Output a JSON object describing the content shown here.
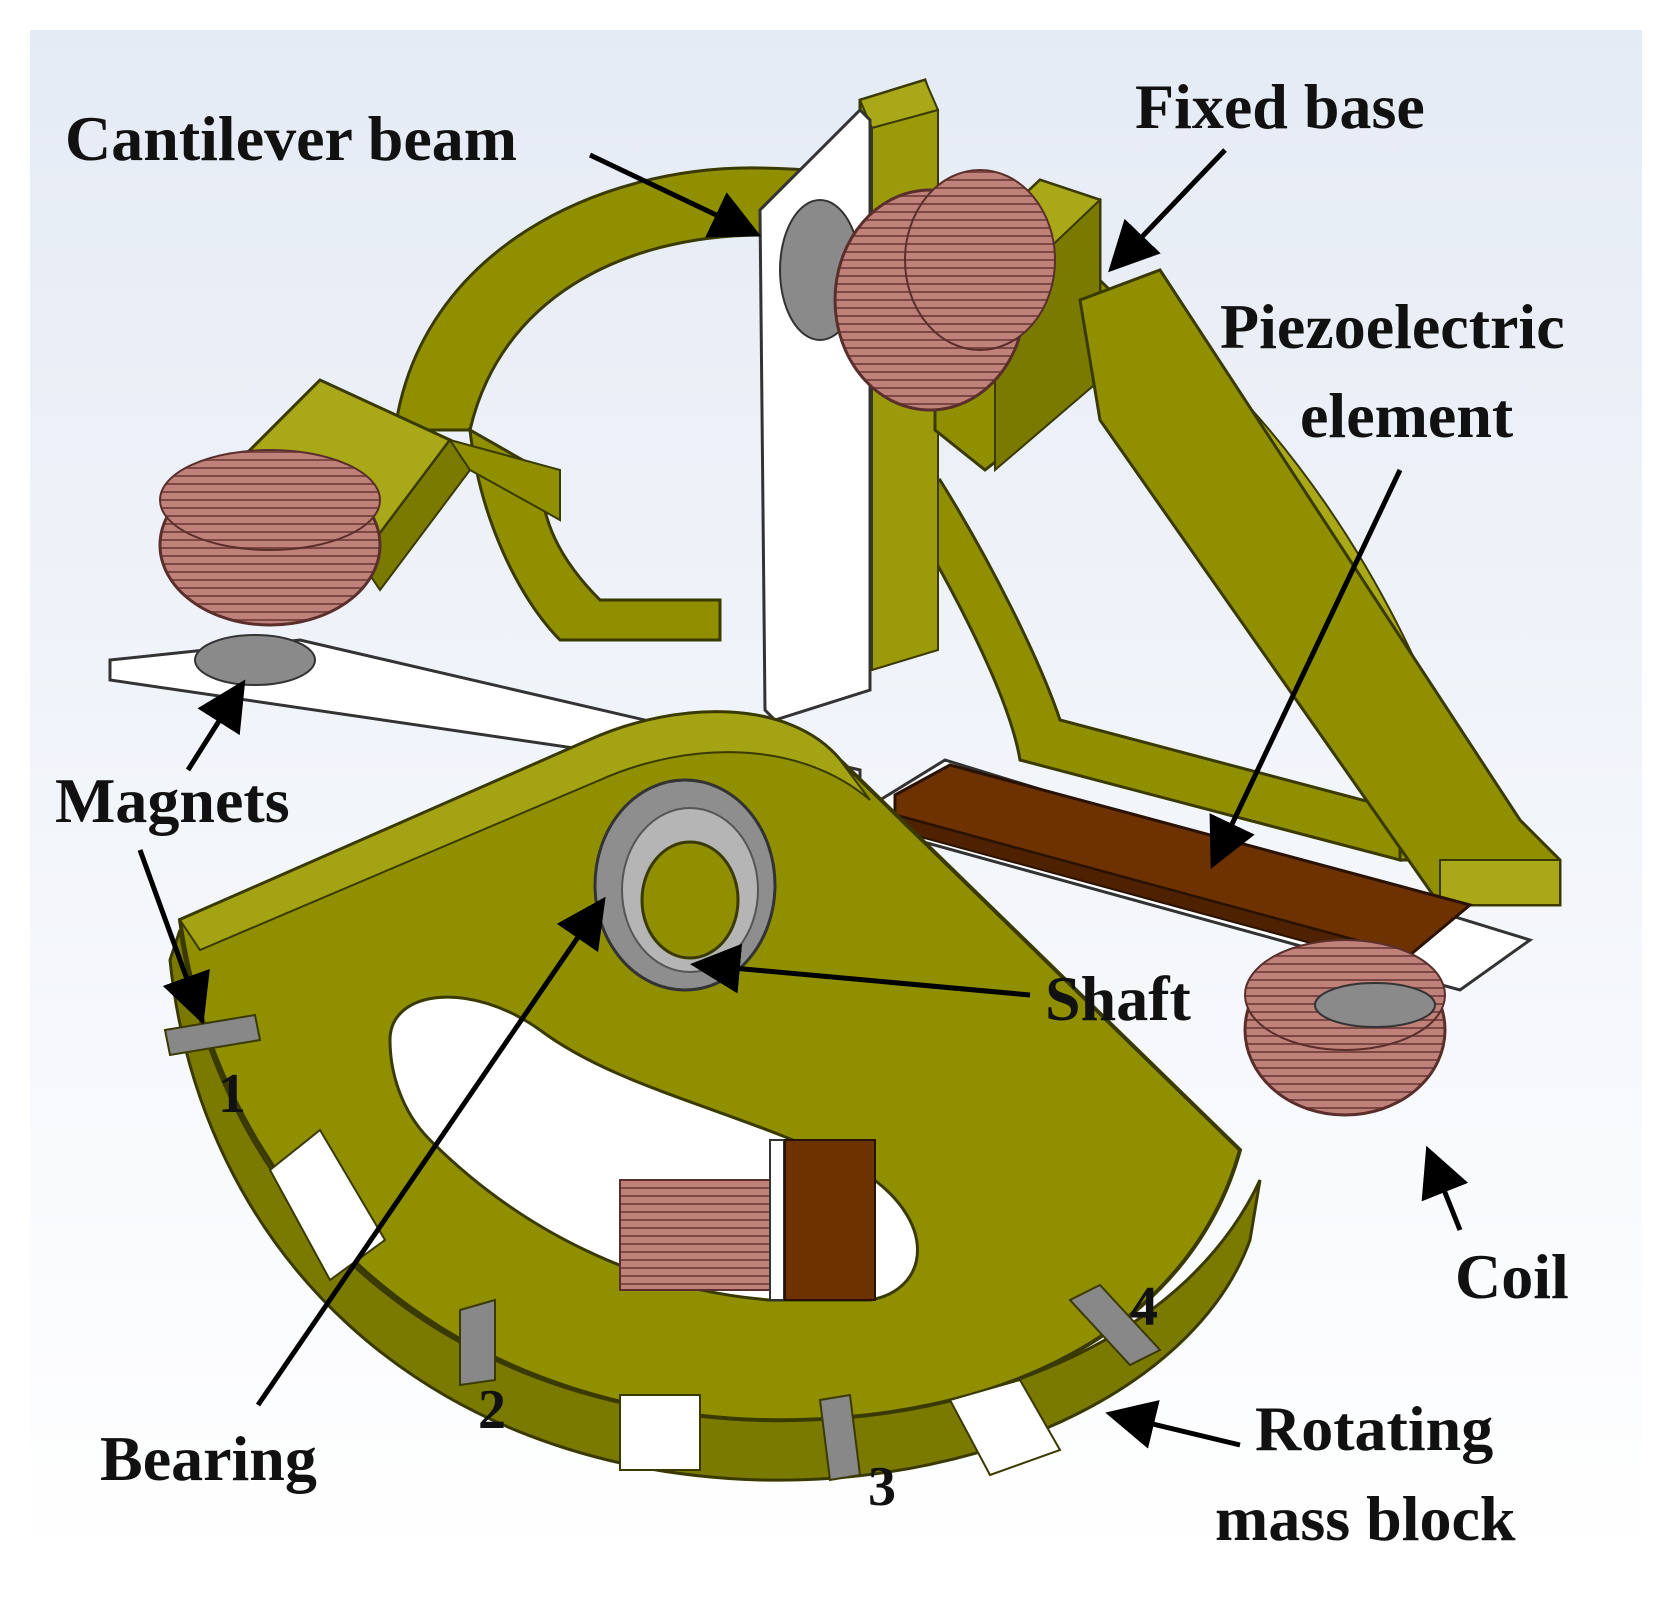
{
  "labels": {
    "cantilever_beam": "Cantilever beam",
    "fixed_base": "Fixed base",
    "piezo_line1": "Piezoelectric",
    "piezo_line2": "element",
    "magnets": "Magnets",
    "shaft": "Shaft",
    "coil": "Coil",
    "bearing": "Bearing",
    "rotating_line1": "Rotating",
    "rotating_line2": "mass block"
  },
  "slot_numbers": [
    "1",
    "2",
    "3",
    "4"
  ],
  "colors": {
    "body": "#8f8f00",
    "body_light": "#a3a314",
    "body_dark": "#6f6f00",
    "coil": "#b97a73",
    "coil_dark": "#7e4a45",
    "piezo": "#6e3200",
    "beam": "#ffffff",
    "steel": "#9e9e9e",
    "bg_top": "#e7edf6",
    "bg_bottom": "#ffffff"
  }
}
